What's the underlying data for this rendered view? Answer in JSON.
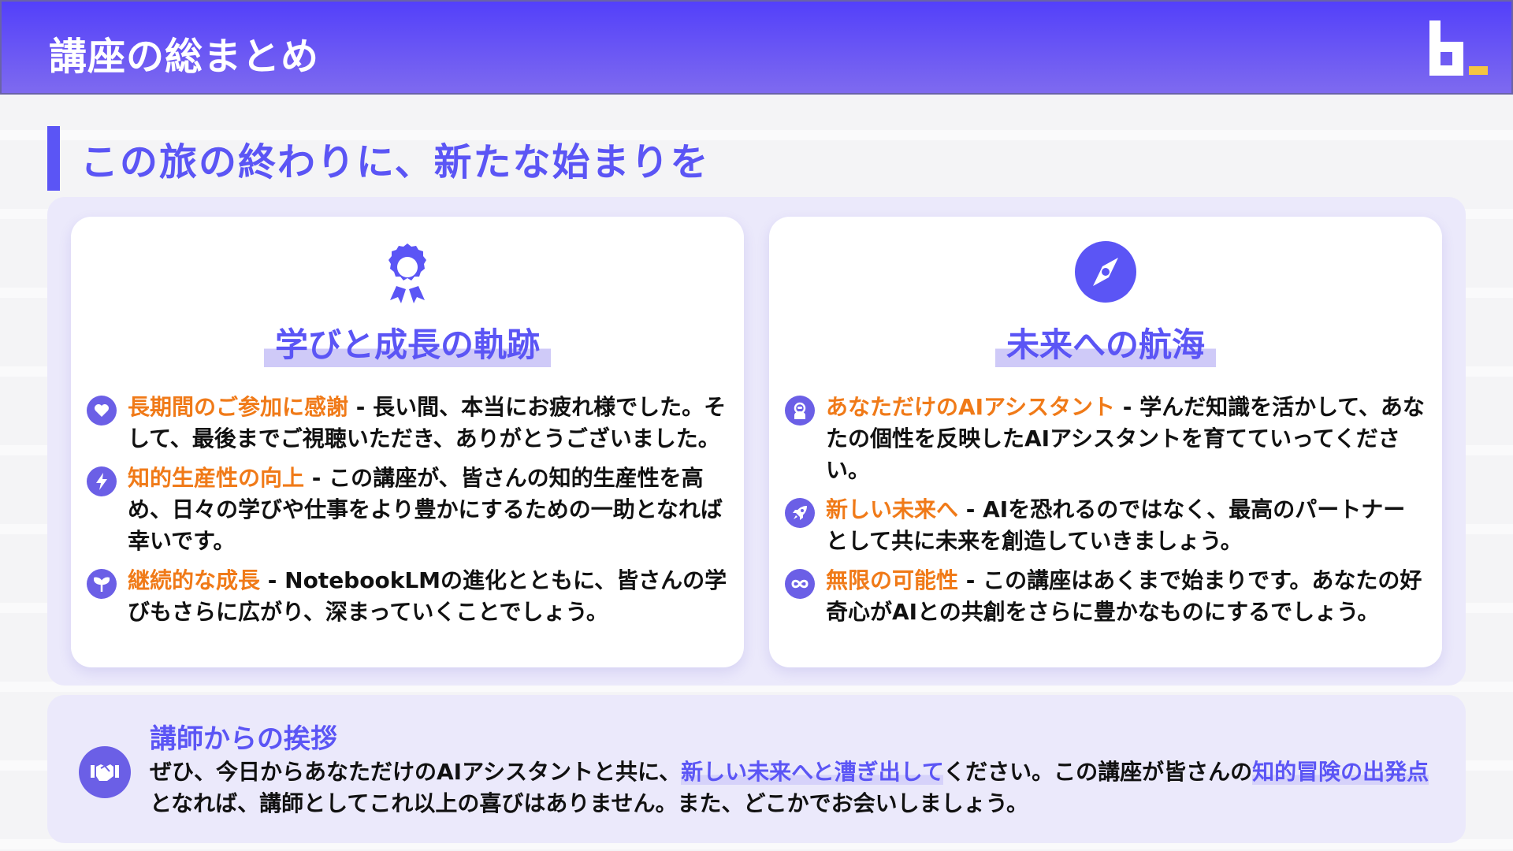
{
  "header": {
    "title": "講座の総まとめ",
    "logo": {
      "letter": "b",
      "accent_color": "#f5c542"
    }
  },
  "section": {
    "title": "この旅の終わりに、新たな始まりを"
  },
  "colors": {
    "primary": "#5b55f5",
    "icon_bg": "#6b5fe6",
    "accent_orange": "#f07a18",
    "panel_bg": "#ebe9fb",
    "header_gradient_top": "#5340fa",
    "header_gradient_bottom": "#7e6aef"
  },
  "cards": [
    {
      "icon": "award-ribbon-icon",
      "heading": "学びと成長の軌跡",
      "items": [
        {
          "icon": "heart-icon",
          "key": "長期間のご参加に感謝",
          "text": " - 長い間、本当にお疲れ様でした。そして、最後までご視聴いただき、ありがとうございました。"
        },
        {
          "icon": "lightning-icon",
          "key": "知的生産性の向上",
          "text": " - この講座が、皆さんの知的生産性を高め、日々の学びや仕事をより豊かにするための一助となれば幸いです。"
        },
        {
          "icon": "seedling-icon",
          "key": "継続的な成長",
          "text": " - NotebookLMの進化とともに、皆さんの学びもさらに広がり、深まっていくことでしょう。"
        }
      ]
    },
    {
      "icon": "compass-icon",
      "heading": "未来への航海",
      "items": [
        {
          "icon": "astronaut-icon",
          "key": "あなただけのAIアシスタント",
          "text": " - 学んだ知識を活かして、あなたの個性を反映したAIアシスタントを育てていってください。"
        },
        {
          "icon": "rocket-icon",
          "key": "新しい未来へ",
          "text": " - AIを恐れるのではなく、最高のパートナーとして共に未来を創造していきましょう。"
        },
        {
          "icon": "infinity-icon",
          "key": "無限の可能性",
          "text": " - この講座はあくまで始まりです。あなたの好奇心がAIとの共創をさらに豊かなものにするでしょう。"
        }
      ]
    }
  ],
  "greeting": {
    "icon": "handshake-icon",
    "title": "講師からの挨拶",
    "body": {
      "part1": "ぜひ、今日からあなただけのAIアシスタントと共に、",
      "highlight1": "新しい未来へと漕ぎ出して",
      "part2": "ください。この講座が皆さんの",
      "highlight2": "知的冒険の出発点",
      "part3": "となれば、講師としてこれ以上の喜びはありません。また、どこかでお会いしましょう。"
    }
  }
}
